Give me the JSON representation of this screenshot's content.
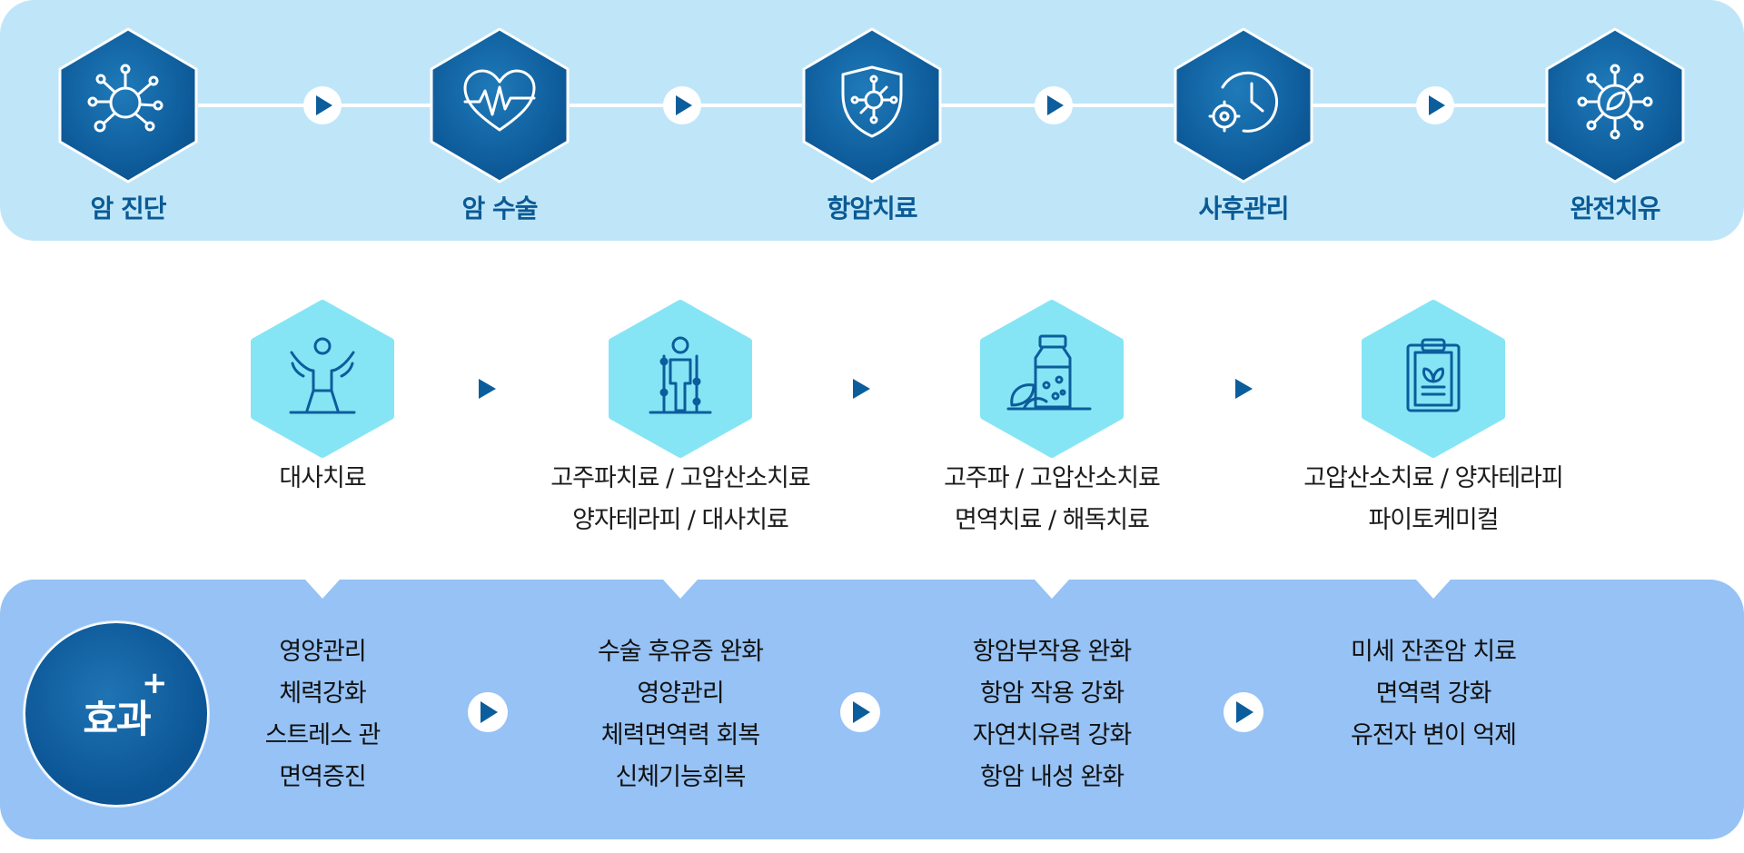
{
  "stages": [
    {
      "label": "암 진단",
      "icon": "virus-network-icon"
    },
    {
      "label": "암 수술",
      "icon": "heart-pulse-icon"
    },
    {
      "label": "항암치료",
      "icon": "shield-virus-icon"
    },
    {
      "label": "사후관리",
      "icon": "clock-gear-icon"
    },
    {
      "label": "완전치유",
      "icon": "virus-leaf-icon"
    }
  ],
  "treatments": [
    {
      "lines": [
        "대사치료"
      ],
      "icon": "person-arms-up-icon"
    },
    {
      "lines": [
        "고주파치료 / 고압산소치료",
        "양자테라피 / 대사치료"
      ],
      "icon": "person-crutches-icon"
    },
    {
      "lines": [
        "고주파 / 고압산소치료",
        "면역치료 / 해독치료"
      ],
      "icon": "jar-leaves-icon"
    },
    {
      "lines": [
        "고압산소치료 / 양자테라피",
        "파이토케미컬"
      ],
      "icon": "clipboard-plant-icon"
    }
  ],
  "effects": {
    "badge_label": "효과",
    "badge_plus": "+",
    "groups": [
      {
        "lines": [
          "영양관리",
          "체력강화",
          "스트레스 관",
          "면역증진"
        ]
      },
      {
        "lines": [
          "수술 후유증 완화",
          "영양관리",
          "체력면역력 회복",
          "신체기능회복"
        ]
      },
      {
        "lines": [
          "항암부작용 완화",
          "항암 작용 강화",
          "자연치유력 강화",
          "항암 내성 완화"
        ]
      },
      {
        "lines": [
          "미세 잔존암 치료",
          "면역력 강화",
          "유전자 변이 억제"
        ]
      }
    ]
  },
  "colors": {
    "top_band": "#bfe6f8",
    "bottom_band": "#96c2f5",
    "dark_hex": "#0c5d9c",
    "light_hex": "#86e5f5",
    "title_text": "#0a5a95",
    "arrow": "#0c5d9c"
  }
}
